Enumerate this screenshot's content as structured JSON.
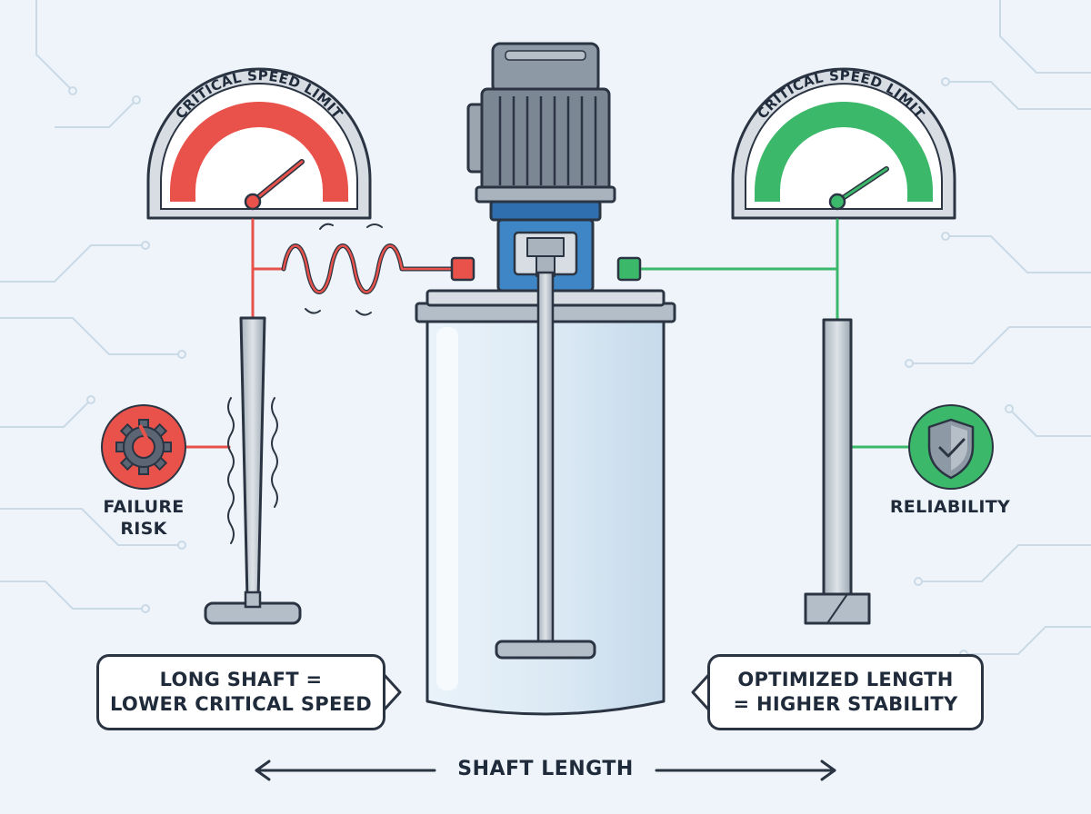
{
  "left_gauge": {
    "title": "CRITICAL SPEED LIMIT",
    "color": "#e8524a"
  },
  "right_gauge": {
    "title": "CRITICAL SPEED LIMIT",
    "color": "#3cb86a"
  },
  "left_badge": {
    "icon": "broken-gear-icon",
    "line1": "FAILURE",
    "line2": "RISK",
    "color": "#e8524a"
  },
  "right_badge": {
    "icon": "shield-check-icon",
    "label": "RELIABILITY",
    "color": "#3cb86a"
  },
  "left_callout": {
    "line1": "LONG SHAFT =",
    "line2": "LOWER CRITICAL SPEED"
  },
  "right_callout": {
    "line1": "OPTIMIZED LENGTH",
    "line2": "= HIGHER STABILITY"
  },
  "axis": {
    "label": "SHAFT LENGTH"
  },
  "colors": {
    "outline": "#2b3442",
    "motor": "#8e99a6",
    "coupling": "#3f86c6",
    "tank": "#dbe9f4"
  }
}
